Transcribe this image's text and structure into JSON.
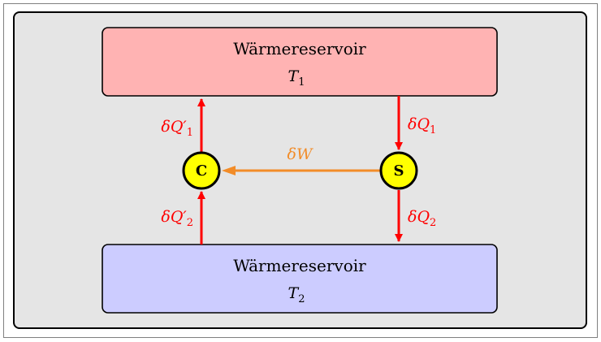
{
  "hot_reservoir": {
    "name": "Wärmereservoir",
    "temp_symbol": "T",
    "temp_subscript": "1"
  },
  "cold_reservoir": {
    "name": "Wärmereservoir",
    "temp_symbol": "T",
    "temp_subscript": "2"
  },
  "nodes": {
    "left": {
      "label": "C",
      "fill": "#ffff00"
    },
    "right": {
      "label": "S",
      "fill": "#ffff00"
    }
  },
  "flows": {
    "q1_prime": {
      "symbol": "δQ′",
      "subscript": "1"
    },
    "q1": {
      "symbol": "δQ",
      "subscript": "1"
    },
    "q2_prime": {
      "symbol": "δQ′",
      "subscript": "2"
    },
    "q2": {
      "symbol": "δQ",
      "subscript": "2"
    },
    "work": {
      "symbol": "δW"
    }
  },
  "colors": {
    "hot": "#ffb3b3",
    "cold": "#ccccff",
    "heat_arrow": "#ff0000",
    "work_arrow": "#f28c28",
    "panel": "#e5e5e5"
  }
}
